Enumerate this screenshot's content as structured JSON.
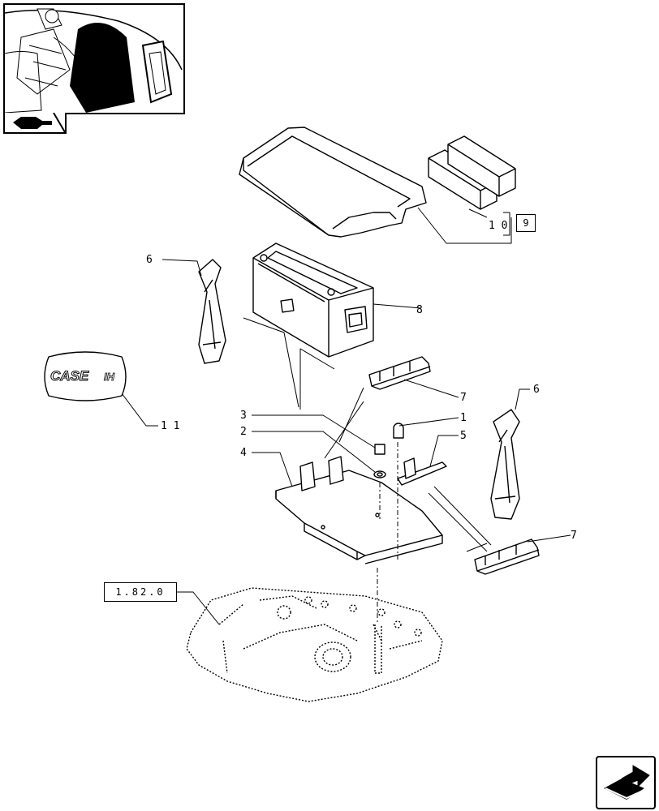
{
  "callouts": {
    "c1": "1",
    "c2": "2",
    "c3": "3",
    "c4": "4",
    "c5": "5",
    "c6a": "6",
    "c6b": "6",
    "c7a": "7",
    "c7b": "7",
    "c8": "8",
    "c10": "1 0",
    "c11": "1 1"
  },
  "ref_boxes": {
    "ref_9": "9",
    "ref_1820": "1.82.0"
  },
  "logo": {
    "text": "CASE",
    "suffix": "IH"
  },
  "colors": {
    "line": "#000000",
    "background": "#ffffff"
  },
  "icons": {
    "thumbnail_tab": "hand-pointer-icon",
    "next_button": "next-page-arrow-icon"
  }
}
